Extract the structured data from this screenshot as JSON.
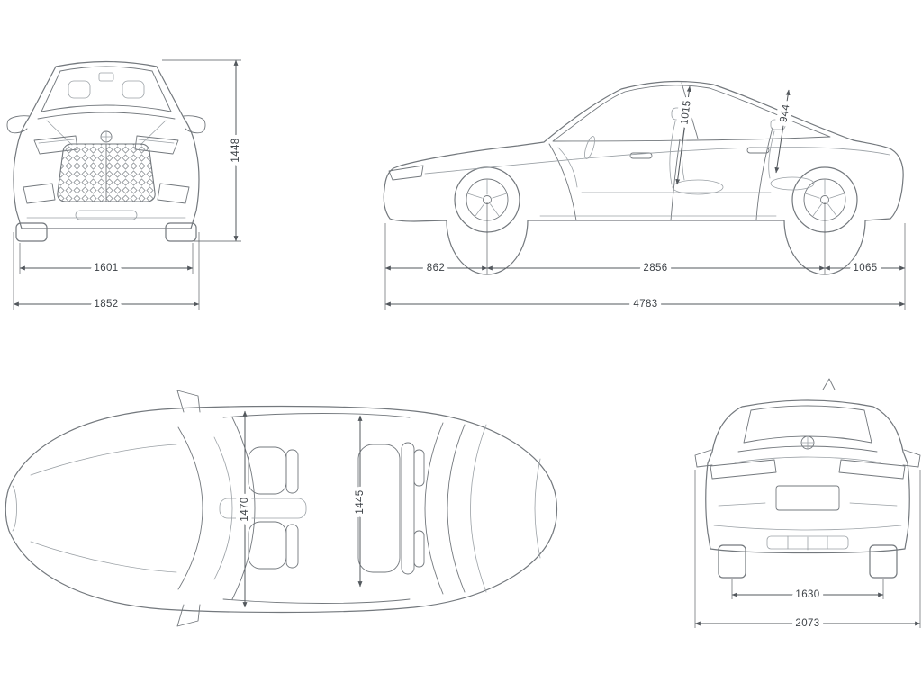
{
  "colors": {
    "bg": "#ffffff",
    "art": "#73787d",
    "art-light": "#9aa0a5",
    "dim": "#53585d",
    "dim-text": "#3d4247"
  },
  "views": {
    "front": {
      "overall_height": "1448",
      "track_width": "1601",
      "overall_width": "1852"
    },
    "side": {
      "interior_height_front": "1015",
      "interior_height_rear": "944",
      "front_overhang": "862",
      "wheelbase": "2856",
      "rear_overhang": "1065",
      "overall_length": "4783"
    },
    "top": {
      "interior_width_front": "1470",
      "interior_width_rear": "1445"
    },
    "rear": {
      "track_width": "1630",
      "width_incl_mirrors": "2073"
    }
  }
}
